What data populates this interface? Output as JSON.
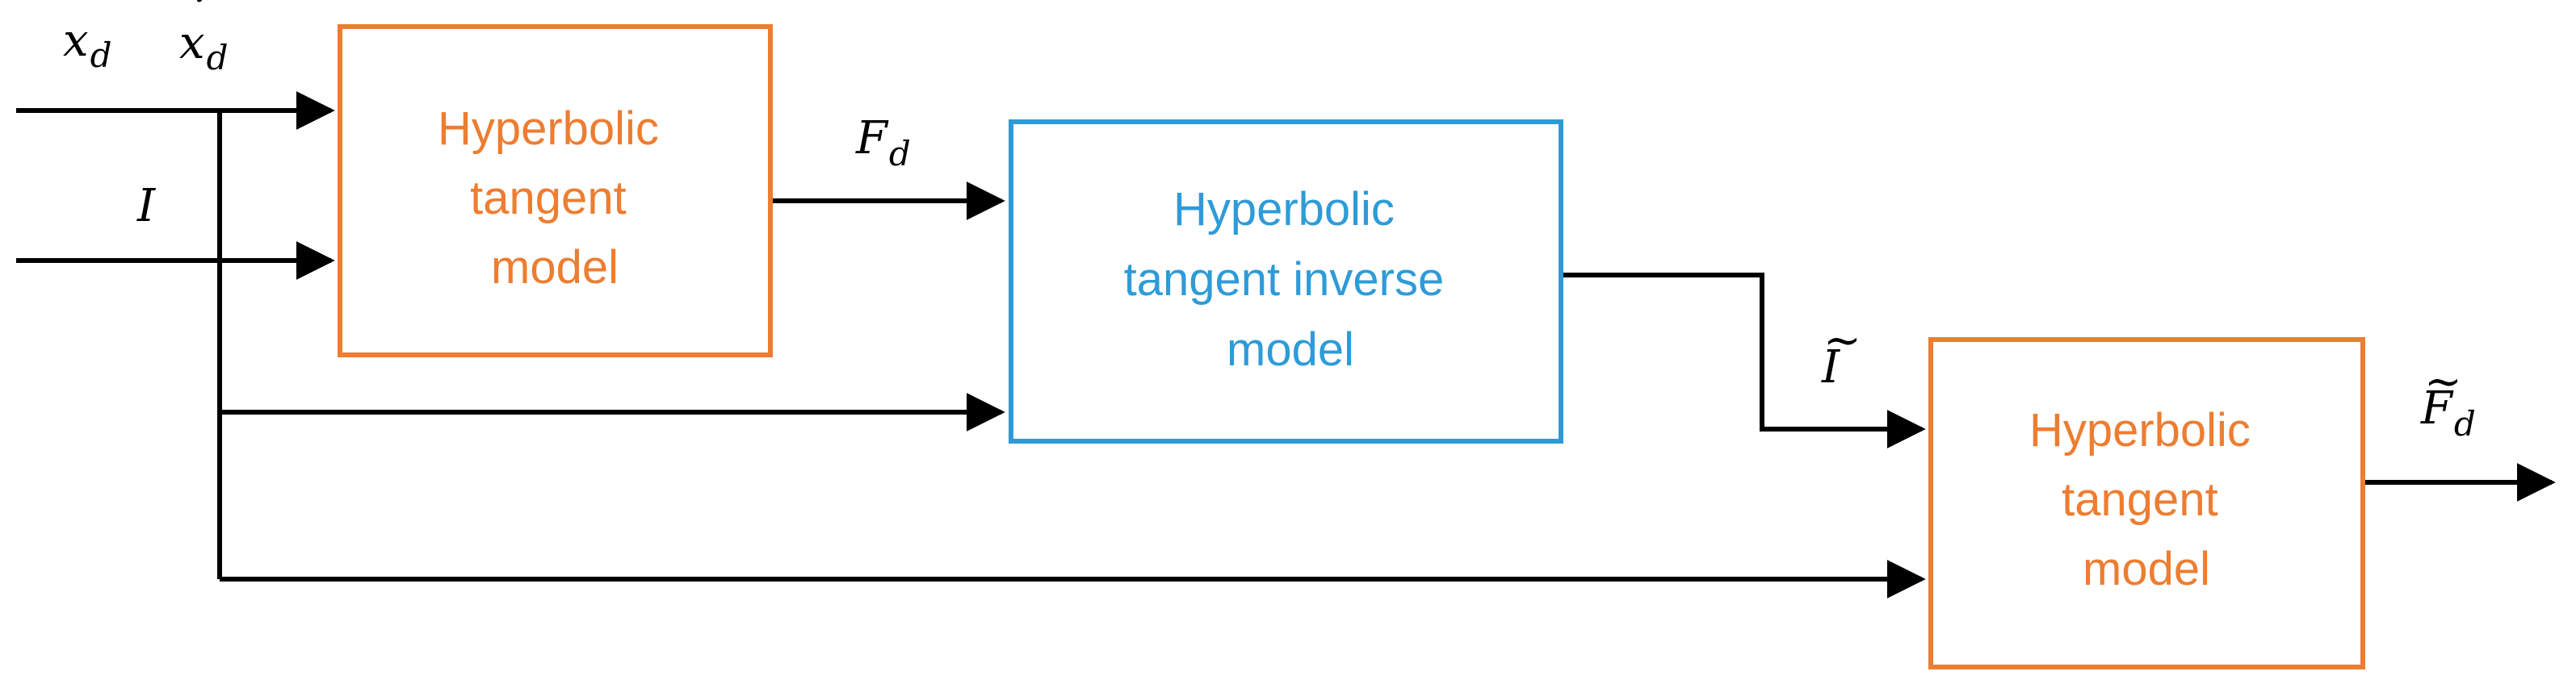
{
  "colors": {
    "orange": "#ED7D31",
    "blue": "#2E9BD8",
    "line": "#000000"
  },
  "blocks": {
    "model_1": {
      "lines": [
        "Hyperbolic",
        "tangent",
        "model"
      ]
    },
    "inverse_model": {
      "lines": [
        "Hyperbolic",
        "tangent inverse",
        "model"
      ]
    },
    "model_2": {
      "lines": [
        "Hyperbolic",
        "tangent",
        "model"
      ]
    }
  },
  "signals": {
    "x_d": {
      "base": "x",
      "sub": "d"
    },
    "x_dot_d": {
      "base": "x",
      "accent": "˙",
      "sub": "d"
    },
    "current": {
      "base": "I"
    },
    "force_desired": {
      "base": "F",
      "sub": "d"
    },
    "current_estimate": {
      "base": "I",
      "accent": "~"
    },
    "force_estimate": {
      "base": "F",
      "accent": "~",
      "sub": "d"
    }
  }
}
